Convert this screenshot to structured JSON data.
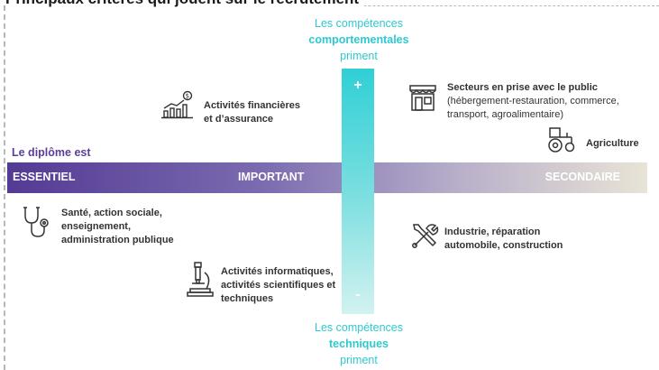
{
  "title": "Principaux critères qui jouent sur le recrutement",
  "vertical_axis": {
    "top": {
      "line1": "Les compétences",
      "line2": "comportementales",
      "line3": "priment"
    },
    "bottom": {
      "line1": "Les compétences",
      "line2": "techniques",
      "line3": "priment"
    },
    "plus": "+",
    "minus": "-"
  },
  "horizontal_axis": {
    "label": "Le diplôme est",
    "essentiel": "ESSENTIEL",
    "important": "IMPORTANT",
    "secondaire": "SECONDAIRE"
  },
  "sectors": {
    "finance": {
      "line1": "Activités financières",
      "line2": "et d’assurance"
    },
    "public": {
      "title": "Secteurs en prise avec le public",
      "line1": "(hébergement-restauration, commerce,",
      "line2": "transport,  agroalimentaire)"
    },
    "agriculture": {
      "label": "Agriculture"
    },
    "sante": {
      "line1": "Santé, action sociale,",
      "line2": "enseignement,",
      "line3": "administration publique"
    },
    "industrie": {
      "line1": "Industrie, réparation",
      "line2": "automobile, construction"
    },
    "informatique": {
      "line1": "Activités informatiques,",
      "line2": "activités scientifiques et",
      "line3": "techniques"
    }
  },
  "icons": {
    "finance": "chart-growth-icon",
    "public": "storefront-icon",
    "agriculture": "tractor-icon",
    "sante": "stethoscope-icon",
    "industrie": "tools-icon",
    "informatique": "microscope-icon"
  },
  "colors": {
    "diplome_purple": "#533a94",
    "competence_teal": "#2fd0d6"
  }
}
